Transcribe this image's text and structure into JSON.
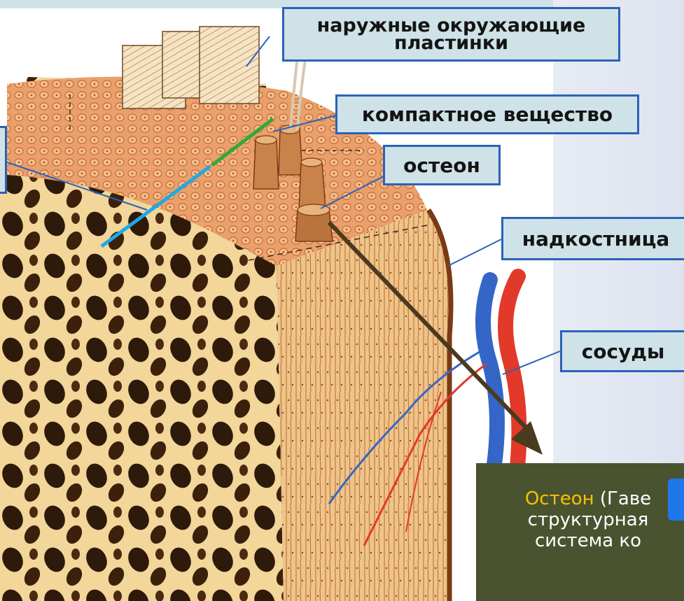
{
  "labels": {
    "outer_lamellae_line1": "наружные окружающие",
    "outer_lamellae_line2": "пластинки",
    "compact_substance": "компактное вещество",
    "osteon": "остеон",
    "periosteum": "надкостница",
    "vessels": "сосуды"
  },
  "info_panel": {
    "highlight": "Остеон",
    "line1_rest": " (Гаве",
    "line2": "структурная",
    "line3": "система ко"
  },
  "colors": {
    "label_fill": "#cfe2e8",
    "label_border": "#2b62b8",
    "panel_bg": "#4a5330",
    "panel_tab": "#1e78e8",
    "highlight": "#f6c200",
    "arrow": "#4a3a1e",
    "green_marker": "#2eaa3a",
    "blue_marker": "#1fa8e8",
    "artery": "#e23a2a",
    "vein": "#3466c8"
  }
}
